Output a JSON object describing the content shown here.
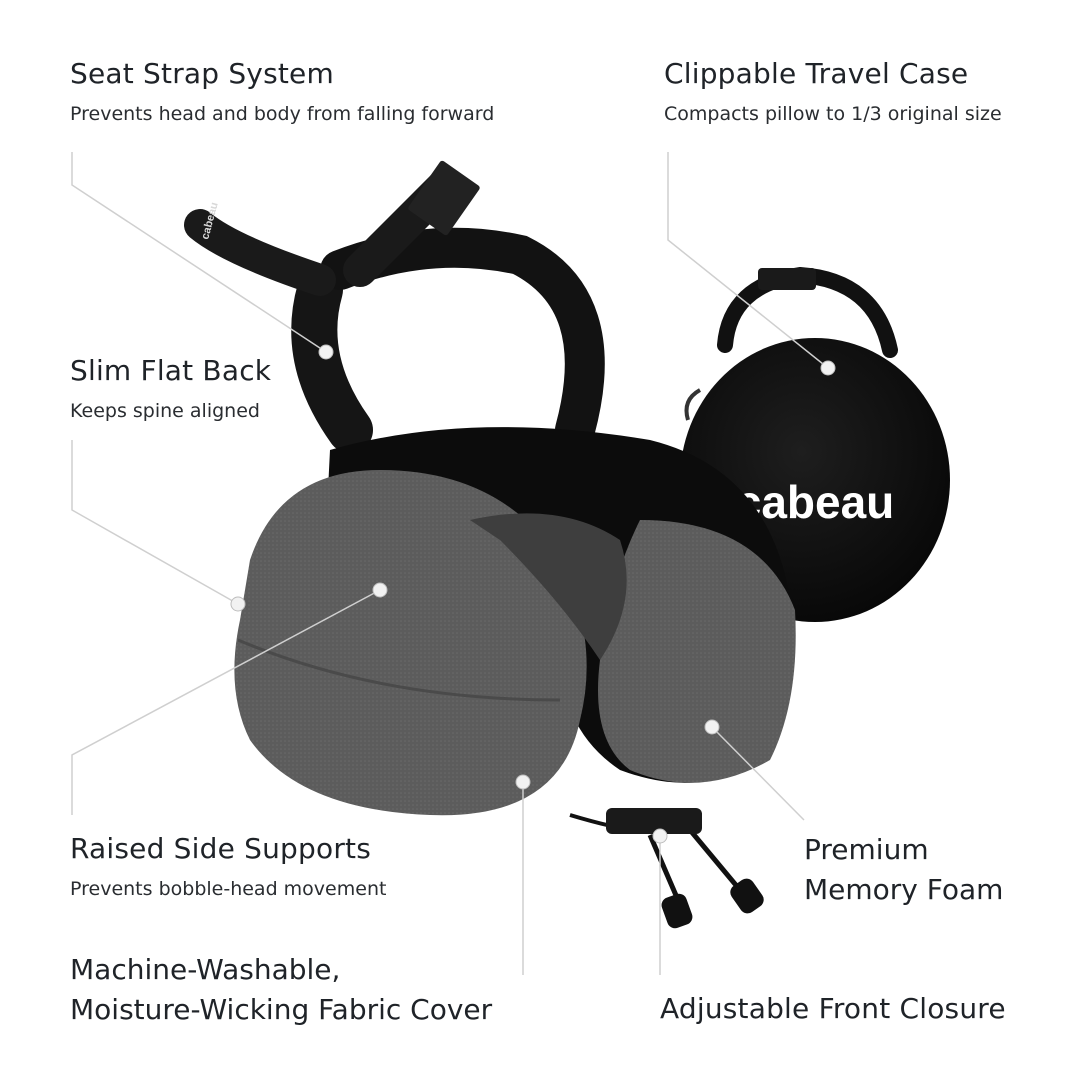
{
  "features": {
    "seat_strap": {
      "title": "Seat Strap System",
      "subtitle": "Prevents head and body from falling forward"
    },
    "travel_case": {
      "title": "Clippable Travel Case",
      "subtitle": "Compacts pillow to 1/3 original size"
    },
    "flat_back": {
      "title": "Slim Flat Back",
      "subtitle": "Keeps spine aligned"
    },
    "side_supports": {
      "title": "Raised Side Supports",
      "subtitle": "Prevents bobble-head movement"
    },
    "memory_foam": {
      "line1": "Premium",
      "line2": "Memory Foam"
    },
    "fabric_cover": {
      "line1": "Machine-Washable,",
      "line2": "Moisture-Wicking Fabric Cover"
    },
    "front_closure": {
      "title": "Adjustable Front Closure"
    }
  },
  "brand": {
    "case_logo": "cabeau",
    "strap_logo": "cabeau"
  },
  "colors": {
    "background": "#ffffff",
    "text": "#1f2328",
    "callout_line": "#cfcfcf",
    "callout_dot": "#f2f2f2",
    "pillow_gray": "#5a5a5a",
    "pillow_black": "#111111"
  }
}
